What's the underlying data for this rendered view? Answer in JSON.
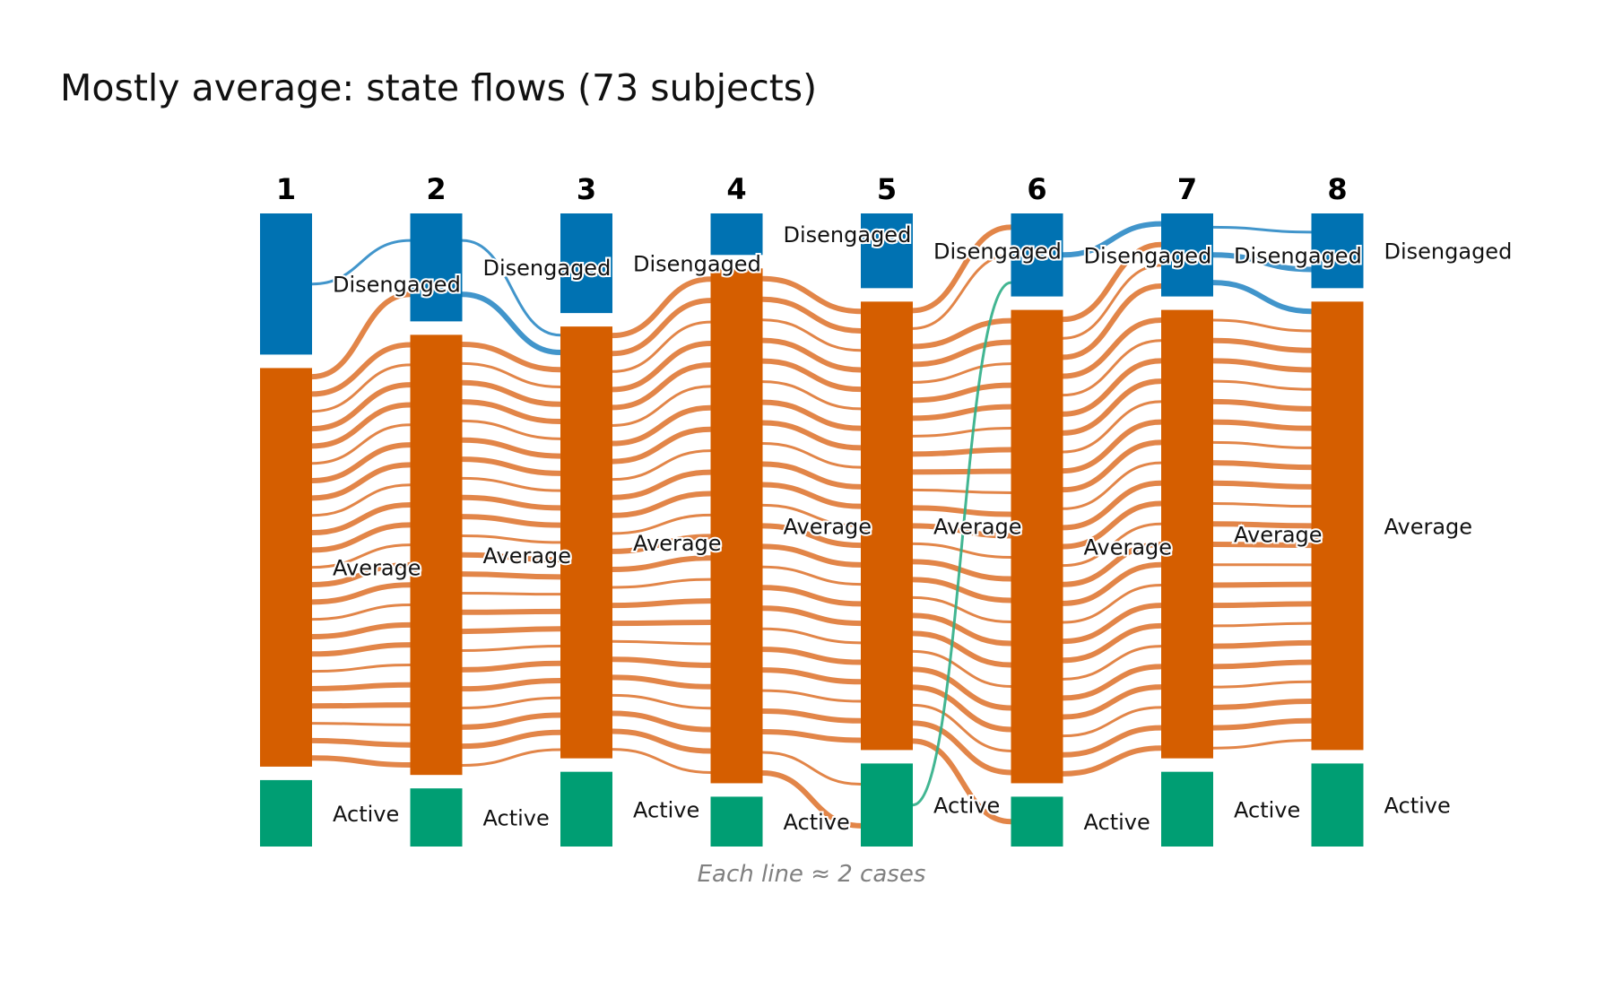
{
  "chart_data": {
    "type": "sankey",
    "title": "Mostly average: state flows (73 subjects)",
    "caption": "Each line ≈ 2 cases",
    "timepoints": [
      "1",
      "2",
      "3",
      "4",
      "5",
      "6",
      "7",
      "8"
    ],
    "states": [
      "Disengaged",
      "Average",
      "Active"
    ],
    "state_colors": {
      "Disengaged": "#0072B2",
      "Average": "#D55E00",
      "Active": "#009E73"
    },
    "flow_colors": {
      "Disengaged": "#2C8AC5",
      "Average": "#DF7834",
      "Active": "#2DAE86"
    },
    "counts": [
      {
        "Disengaged": 17,
        "Average": 48,
        "Active": 8
      },
      {
        "Disengaged": 13,
        "Average": 53,
        "Active": 7
      },
      {
        "Disengaged": 12,
        "Average": 52,
        "Active": 9
      },
      {
        "Disengaged": 5,
        "Average": 62,
        "Active": 6
      },
      {
        "Disengaged": 9,
        "Average": 54,
        "Active": 10
      },
      {
        "Disengaged": 10,
        "Average": 57,
        "Active": 6
      },
      {
        "Disengaged": 10,
        "Average": 54,
        "Active": 9
      },
      {
        "Disengaged": 9,
        "Average": 54,
        "Active": 10
      }
    ],
    "flows": [
      {
        "from": 0,
        "source": "Disengaged",
        "target": "Disengaged",
        "cases": 2
      },
      {
        "from": 0,
        "source": "Average",
        "target": "Average",
        "cases": 44
      },
      {
        "from": 0,
        "source": "Average",
        "target": "Disengaged",
        "cases": 2
      },
      {
        "from": 1,
        "source": "Disengaged",
        "target": "Average",
        "cases": 2
      },
      {
        "from": 1,
        "source": "Disengaged",
        "target": "Average",
        "cases": 2
      },
      {
        "from": 1,
        "source": "Average",
        "target": "Average",
        "cases": 46
      },
      {
        "from": 2,
        "source": "Average",
        "target": "Average",
        "cases": 46
      },
      {
        "from": 2,
        "source": "Average",
        "target": "Average",
        "cases": 2
      },
      {
        "from": 3,
        "source": "Average",
        "target": "Average",
        "cases": 46
      },
      {
        "from": 3,
        "source": "Average",
        "target": "Active",
        "cases": 2
      },
      {
        "from": 3,
        "source": "Average",
        "target": "Active",
        "cases": 2
      },
      {
        "from": 4,
        "source": "Average",
        "target": "Average",
        "cases": 44
      },
      {
        "from": 4,
        "source": "Average",
        "target": "Disengaged",
        "cases": 2
      },
      {
        "from": 4,
        "source": "Average",
        "target": "Disengaged",
        "cases": 2
      },
      {
        "from": 4,
        "source": "Active",
        "target": "Disengaged",
        "cases": 2
      },
      {
        "from": 4,
        "source": "Average",
        "target": "Active",
        "cases": 2
      },
      {
        "from": 5,
        "source": "Disengaged",
        "target": "Disengaged",
        "cases": 2
      },
      {
        "from": 5,
        "source": "Average",
        "target": "Average",
        "cases": 44
      },
      {
        "from": 5,
        "source": "Average",
        "target": "Disengaged",
        "cases": 2
      },
      {
        "from": 5,
        "source": "Average",
        "target": "Disengaged",
        "cases": 2
      },
      {
        "from": 5,
        "source": "Average",
        "target": "Disengaged",
        "cases": 2
      },
      {
        "from": 6,
        "source": "Disengaged",
        "target": "Disengaged",
        "cases": 2
      },
      {
        "from": 6,
        "source": "Disengaged",
        "target": "Disengaged",
        "cases": 2
      },
      {
        "from": 6,
        "source": "Disengaged",
        "target": "Average",
        "cases": 2
      },
      {
        "from": 6,
        "source": "Average",
        "target": "Average",
        "cases": 44
      }
    ]
  }
}
